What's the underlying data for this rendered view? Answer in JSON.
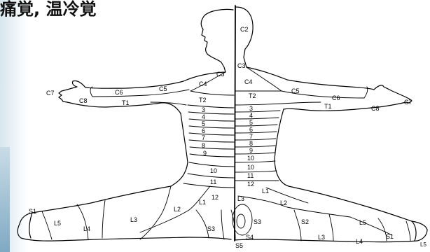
{
  "title": "痛覚, 温冷覚",
  "labels": {
    "C2": "C2",
    "C3": "C3",
    "C4": "C4",
    "C5": "C5",
    "C6": "C6",
    "C7": "C7",
    "C8": "C8",
    "T1": "T1",
    "T2": "T2",
    "t3": "3",
    "t4": "4",
    "t5": "5",
    "t6": "6",
    "t7": "7",
    "t8": "8",
    "t9": "9",
    "t10": "10",
    "t11": "11",
    "t12": "12",
    "L1": "L1",
    "L2": "L2",
    "L3": "L3",
    "L4": "L4",
    "L5": "L5",
    "S1": "S1",
    "S2": "S2",
    "S3": "S3",
    "S4": "S4",
    "S5": "S5"
  }
}
